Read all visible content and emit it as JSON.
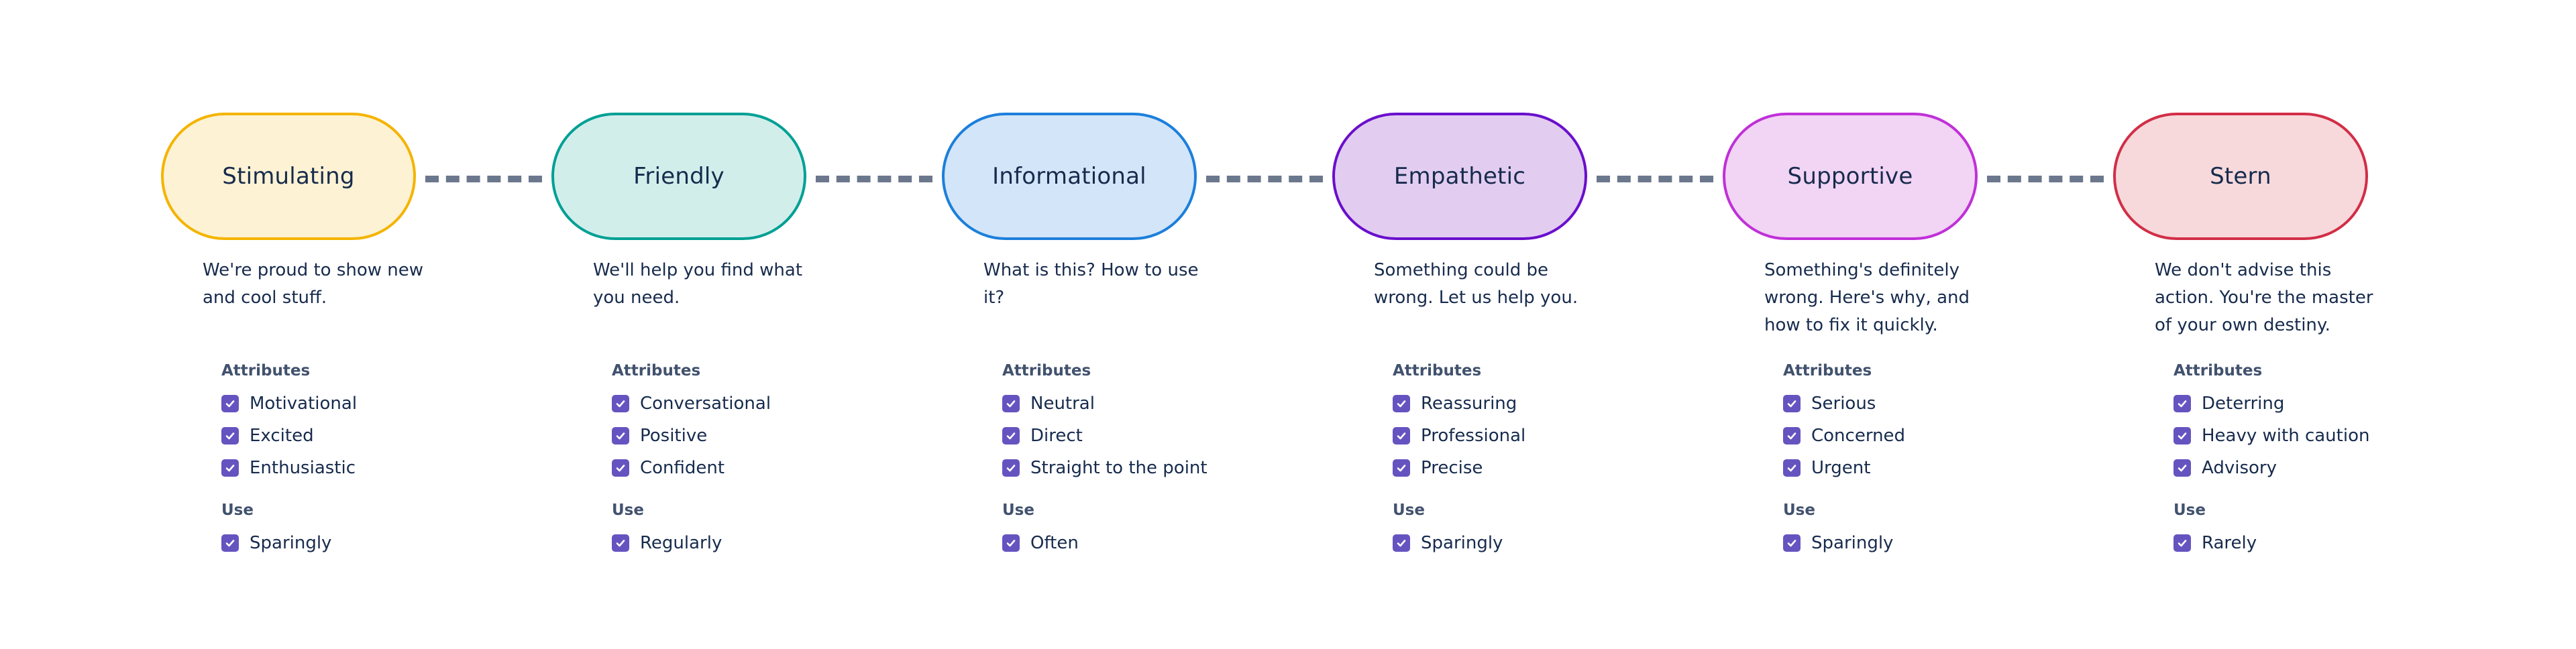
{
  "colors": {
    "connector": "#6B778C",
    "checkbox": "#6554C0",
    "text": "#172B4D",
    "section_title": "#42526E"
  },
  "tones": [
    {
      "name": "Stimulating",
      "fill": "#FDF2D3",
      "border": "#F4B400",
      "description": "We're proud to show new and cool stuff.",
      "attributes_label": "Attributes",
      "attributes": [
        "Motivational",
        "Excited",
        "Enthusiastic"
      ],
      "use_label": "Use",
      "use": [
        "Sparingly"
      ]
    },
    {
      "name": "Friendly",
      "fill": "#D2EEEB",
      "border": "#00A094",
      "description": "We'll help you find what you need.",
      "attributes_label": "Attributes",
      "attributes": [
        "Conversational",
        "Positive",
        "Confident"
      ],
      "use_label": "Use",
      "use": [
        "Regularly"
      ]
    },
    {
      "name": "Informational",
      "fill": "#D3E5F8",
      "border": "#1C7FDB",
      "description": "What is this? How to use it?",
      "attributes_label": "Attributes",
      "attributes": [
        "Neutral",
        "Direct",
        "Straight to the point"
      ],
      "use_label": "Use",
      "use": [
        "Often"
      ]
    },
    {
      "name": "Empathetic",
      "fill": "#E2CDF1",
      "border": "#6A0FCC",
      "description": "Something could be wrong. Let us help you.",
      "attributes_label": "Attributes",
      "attributes": [
        "Reassuring",
        "Professional",
        "Precise"
      ],
      "use_label": "Use",
      "use": [
        "Sparingly"
      ]
    },
    {
      "name": "Supportive",
      "fill": "#F2D4F4",
      "border": "#C030D8",
      "description": "Something's definitely wrong. Here's why, and how to fix it quickly.",
      "attributes_label": "Attributes",
      "attributes": [
        "Serious",
        "Concerned",
        "Urgent"
      ],
      "use_label": "Use",
      "use": [
        "Sparingly"
      ]
    },
    {
      "name": "Stern",
      "fill": "#F7D9DC",
      "border": "#D22E47",
      "description": "We don't advise this action. You're the master of your own destiny.",
      "attributes_label": "Attributes",
      "attributes": [
        "Deterring",
        "Heavy with caution",
        "Advisory"
      ],
      "use_label": "Use",
      "use": [
        "Rarely"
      ]
    }
  ]
}
